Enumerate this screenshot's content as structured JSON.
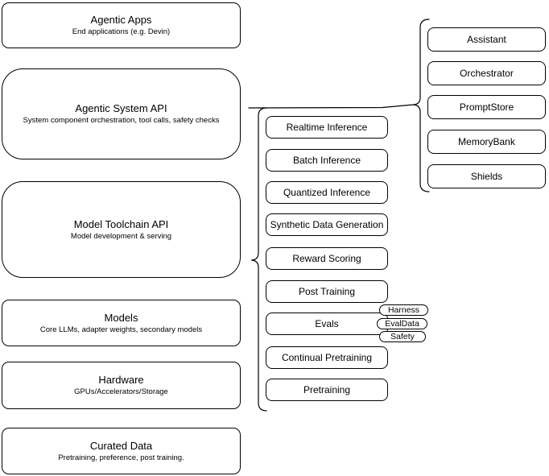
{
  "left_stack": [
    {
      "title": "Agentic Apps",
      "subtitle": "End applications (e.g. Devin)"
    },
    {
      "title": "Agentic System API",
      "subtitle": "System component orchestration, tool calls, safety checks"
    },
    {
      "title": "Model Toolchain API",
      "subtitle": "Model development & serving"
    },
    {
      "title": "Models",
      "subtitle": "Core LLMs, adapter weights, secondary models"
    },
    {
      "title": "Hardware",
      "subtitle": "GPUs/Accelerators/Storage"
    },
    {
      "title": "Curated Data",
      "subtitle": "Pretraining, preference, post training."
    }
  ],
  "toolchain_group": [
    "Realtime Inference",
    "Batch Inference",
    "Quantized Inference",
    "Synthetic Data Generation",
    "Reward Scoring",
    "Post Training",
    "Evals",
    "Continual Pretraining",
    "Pretraining"
  ],
  "evals_tags": [
    "Harness",
    "EvalData",
    "Safety"
  ],
  "system_group": [
    "Assistant",
    "Orchestrator",
    "PromptStore",
    "MemoryBank",
    "Shields"
  ],
  "colors": {
    "border": "#000000",
    "background": "#ffffff",
    "text": "#000000"
  }
}
